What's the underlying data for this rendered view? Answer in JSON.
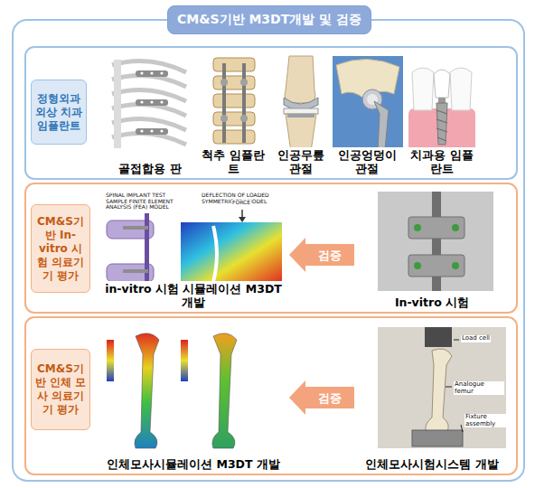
{
  "diagram": {
    "title": "CM&S기반 M3DT개발 및 검증",
    "nodes": [
      {
        "text": [
          "정형외과 외상 치과 임플란트"
        ]
      },
      {
        "text": [
          "골접합용 판"
        ]
      },
      {
        "text": [
          "척추 임플란트"
        ]
      },
      {
        "text": [
          "인공무릎 관절"
        ]
      },
      {
        "text": [
          "인공엉덩이 관절"
        ]
      },
      {
        "text": [
          "치과용 임플란트"
        ]
      },
      {
        "text": [
          "CM&S기반 In-vitro 시험 의료기기 평가"
        ]
      },
      {
        "text": [
          "in-vitro 시험 시뮬레이션 M3DT 개발"
        ]
      },
      {
        "text": [
          "In-vitro 시험"
        ]
      },
      {
        "text": [
          "CM&S기반 인체 모사 의료기기 평가"
        ]
      },
      {
        "text": [
          "인체모사시뮬레이션 M3DT 개발"
        ]
      },
      {
        "text": [
          "인체모사시험시스템 개발"
        ]
      }
    ],
    "edges": [
      {
        "from": 8,
        "to": 7,
        "label": "검증",
        "arrow": "to"
      },
      {
        "from": 11,
        "to": 10,
        "label": "검증",
        "arrow": "to"
      }
    ],
    "labels": [
      "SPINAL IMPLANT TEST SAMPLE FINITE ELEMENT ANALYSIS (FEA) MODEL",
      "DEFLECTION OF LOADED SYMMETRIC FEA MODEL",
      "FORCE",
      "Load cell",
      "Analogue femur",
      "Fixture assembly"
    ]
  }
}
